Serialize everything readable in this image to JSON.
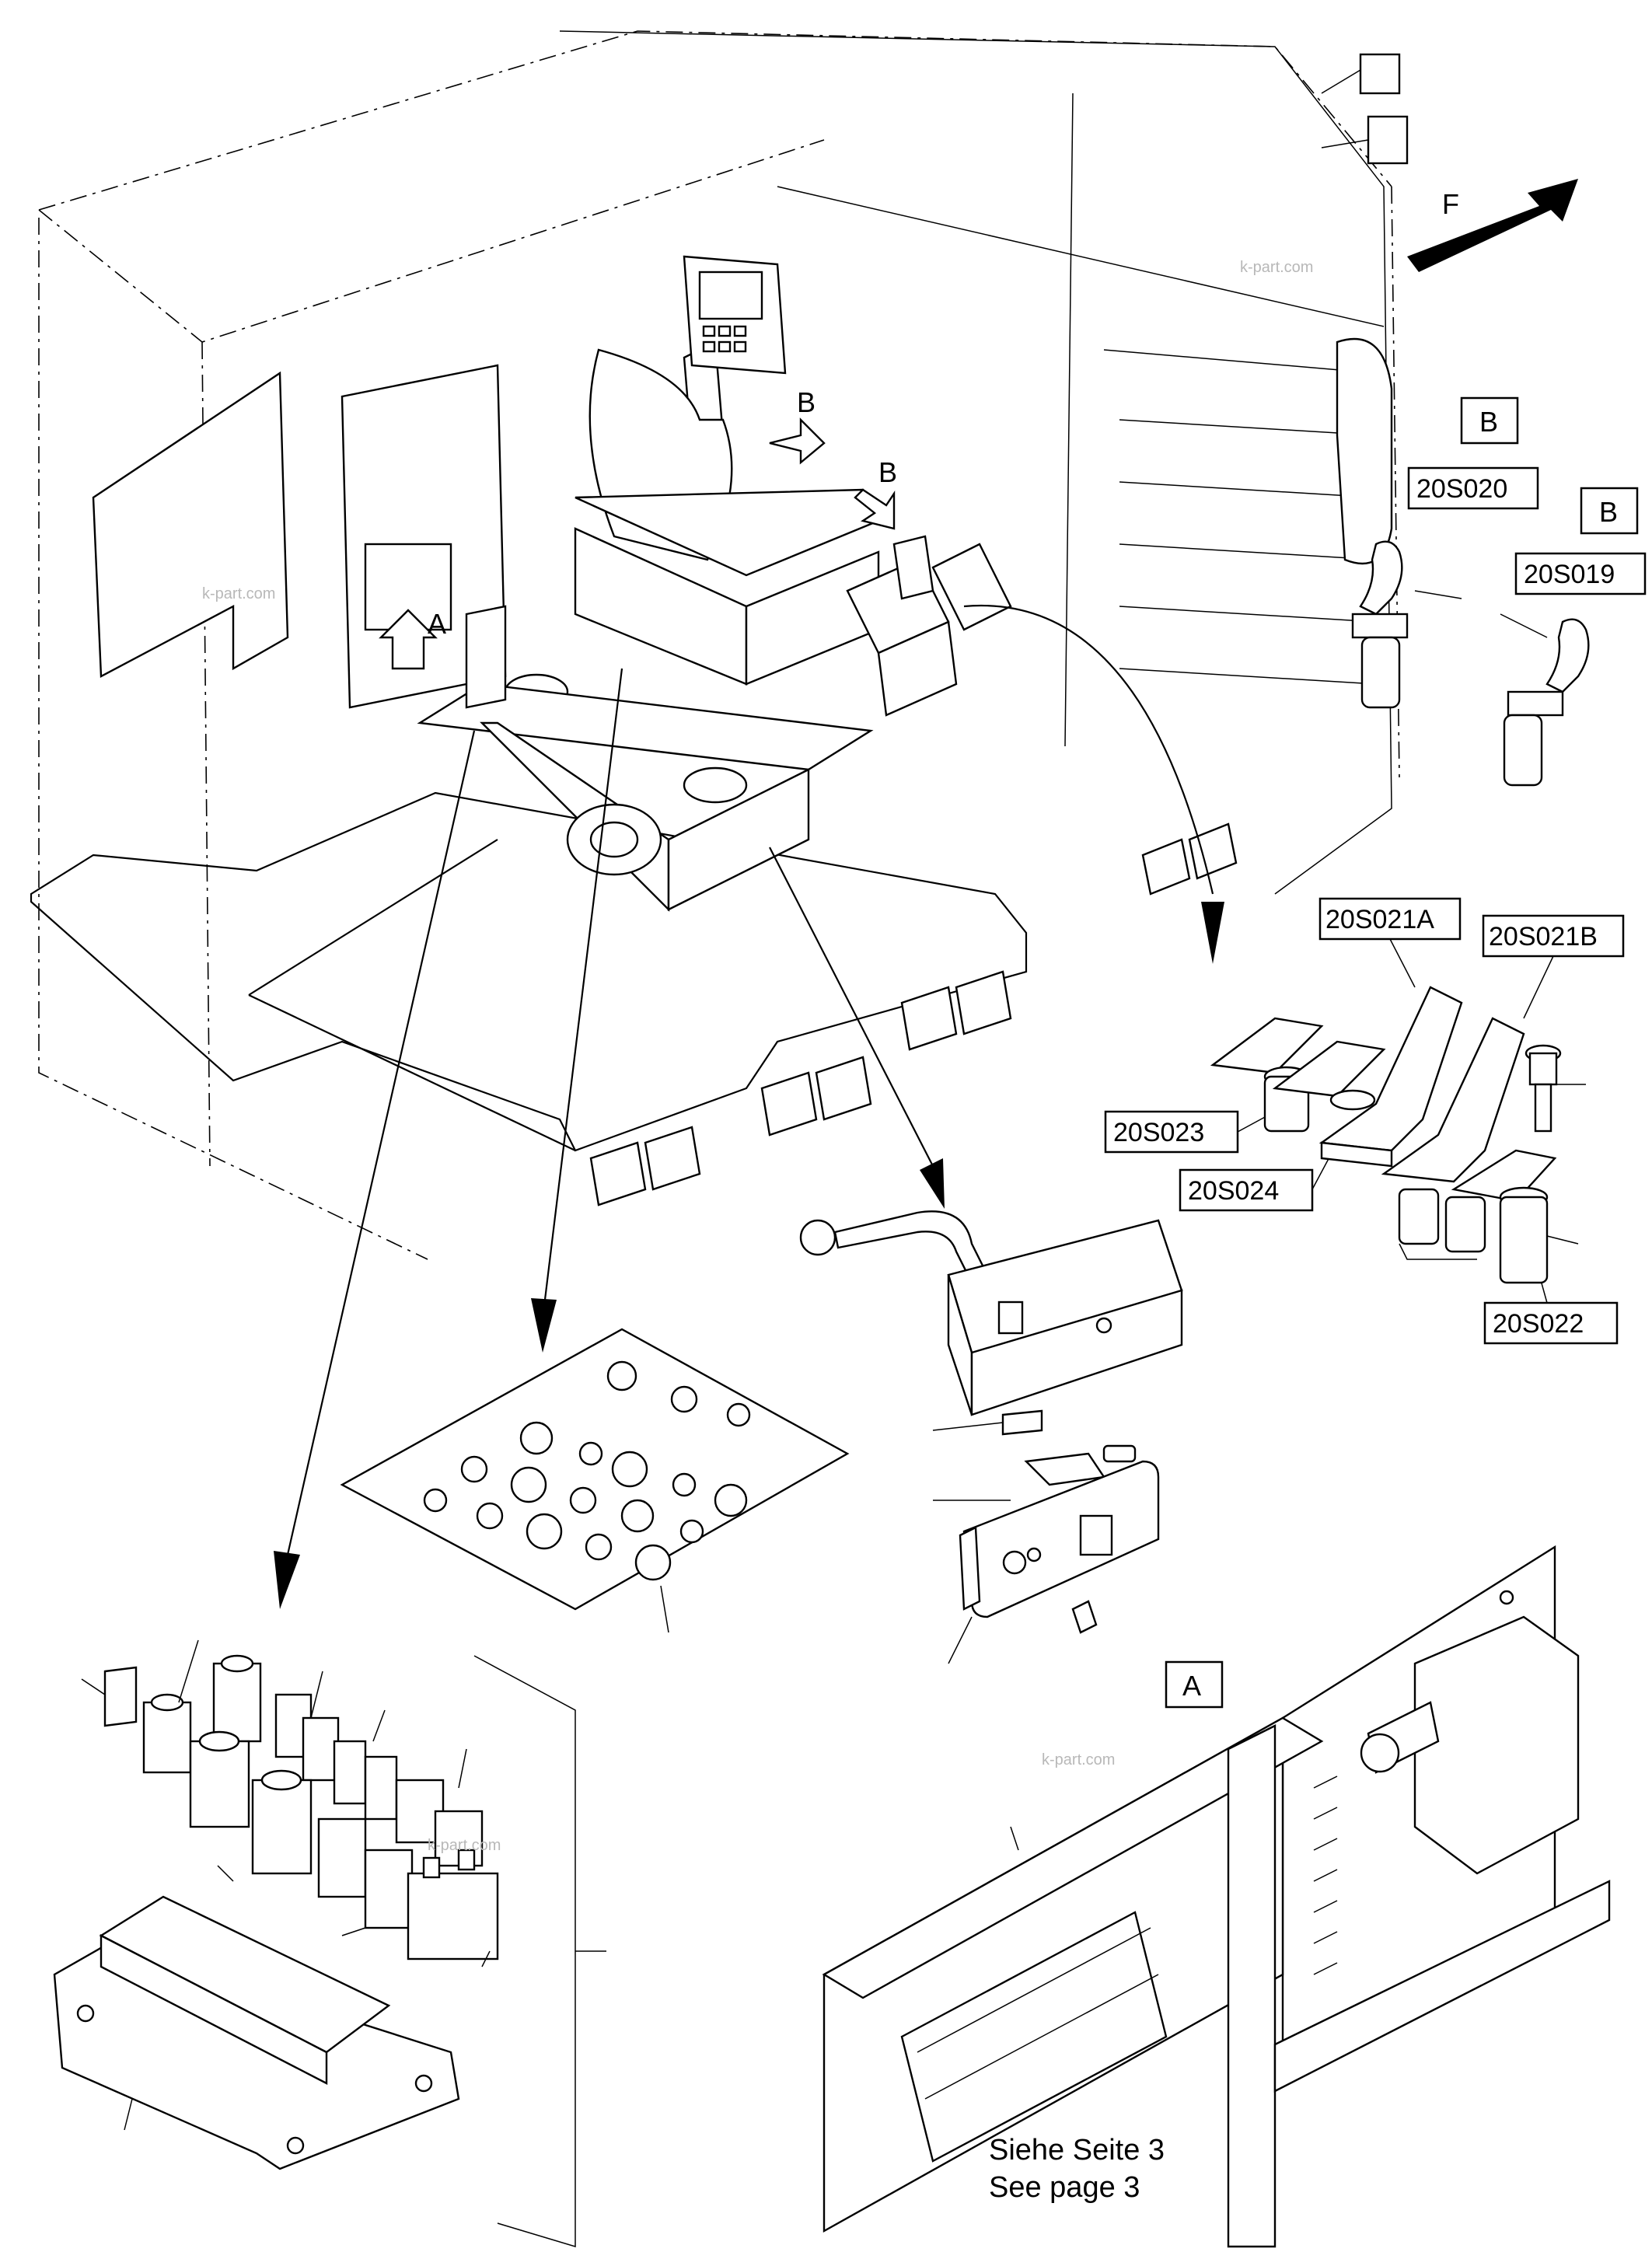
{
  "orientation": {
    "front_label": "F"
  },
  "callouts": {
    "view_a_arrow": "A",
    "view_b_arrow_1": "B",
    "view_b_arrow_2": "B",
    "view_b_box_1": "B",
    "view_b_box_2": "B",
    "view_a_box": "A"
  },
  "part_numbers": {
    "joystick_right": "20S020",
    "joystick_left": "20S019",
    "pedal_021a": "20S021A",
    "pedal_021b": "20S021B",
    "pedal_023": "20S023",
    "pedal_024": "20S024",
    "pedal_022": "20S022"
  },
  "watermarks": [
    "k-part.com",
    "k-part.com",
    "k-part.com",
    "k-part.com"
  ],
  "reference_note": {
    "line_de": "Siehe Seite 3",
    "line_en": "See page 3"
  }
}
